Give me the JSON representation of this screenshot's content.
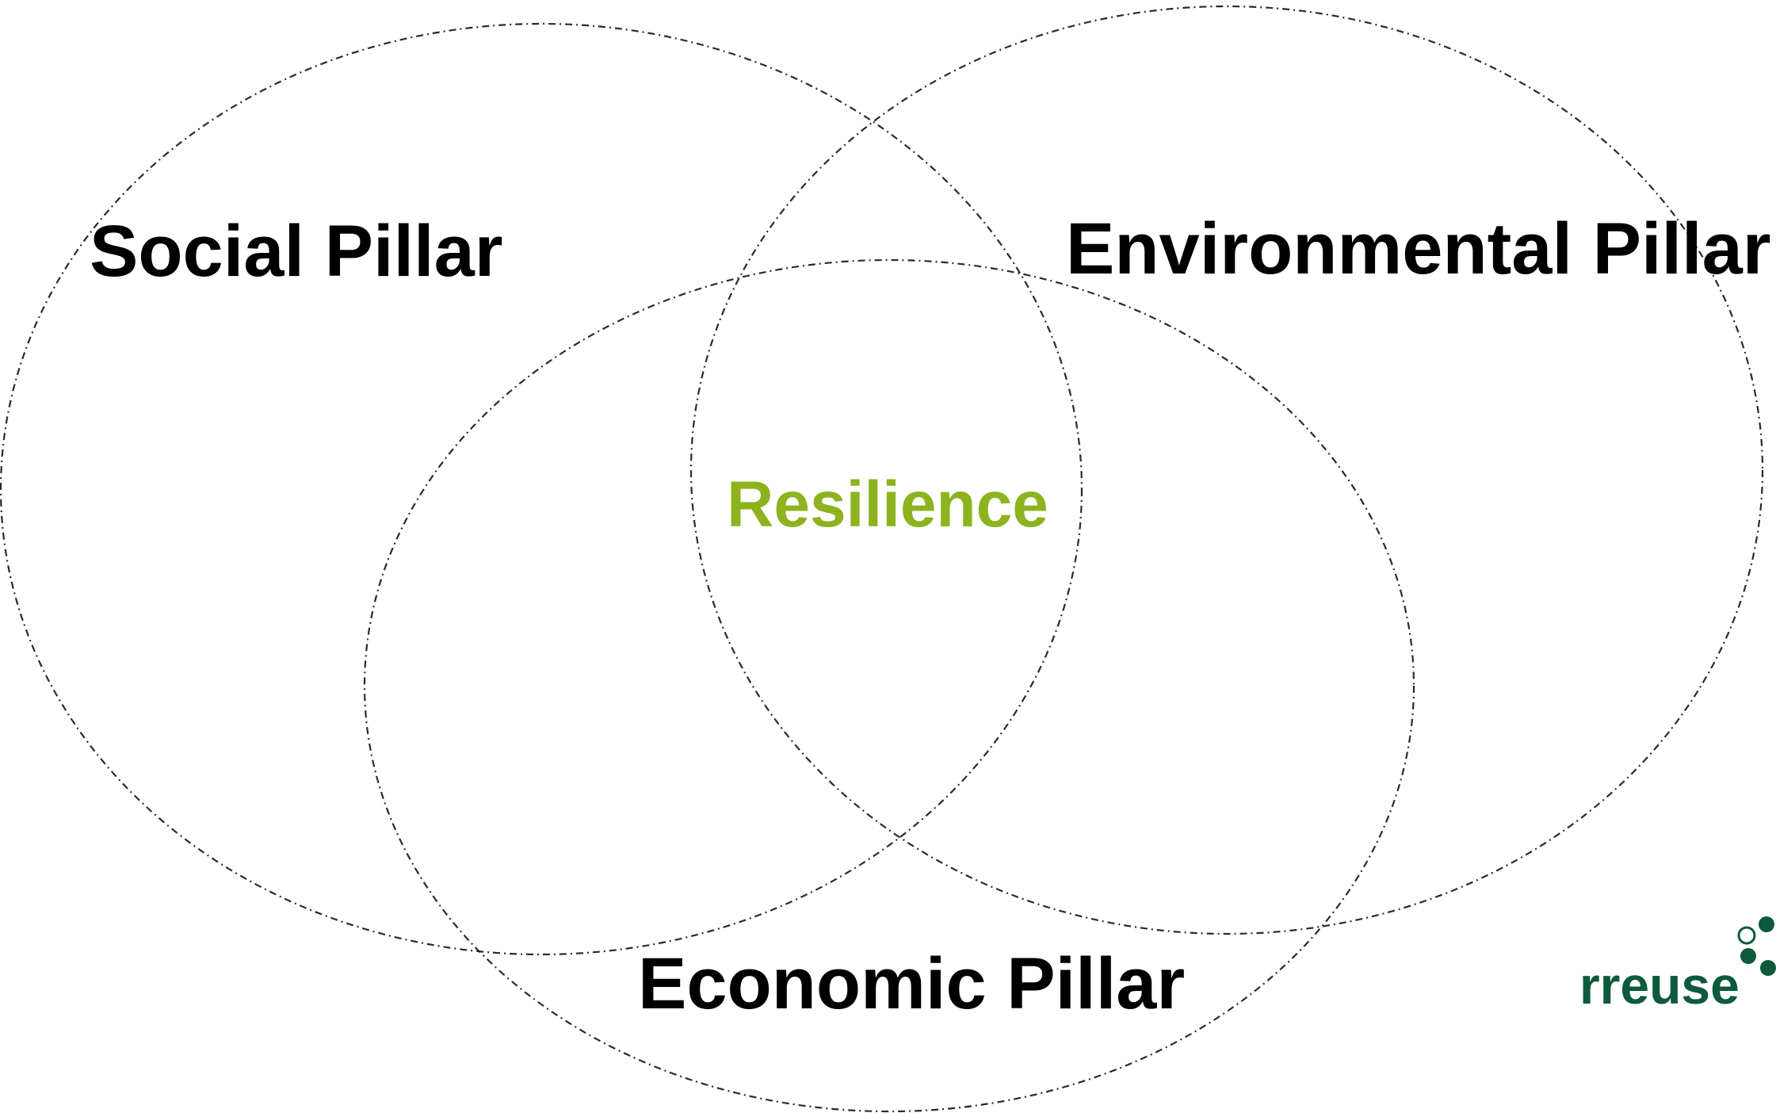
{
  "diagram": {
    "pillars": {
      "social": "Social Pillar",
      "environmental": "Environmental Pillar",
      "economic": "Economic Pillar"
    },
    "center": "Resilience"
  },
  "logo": {
    "text": "rreuse"
  },
  "colors": {
    "center_text": "#8db31f",
    "logo": "#0d5a3c",
    "ring": "#2b2b2b",
    "label": "#000000"
  }
}
